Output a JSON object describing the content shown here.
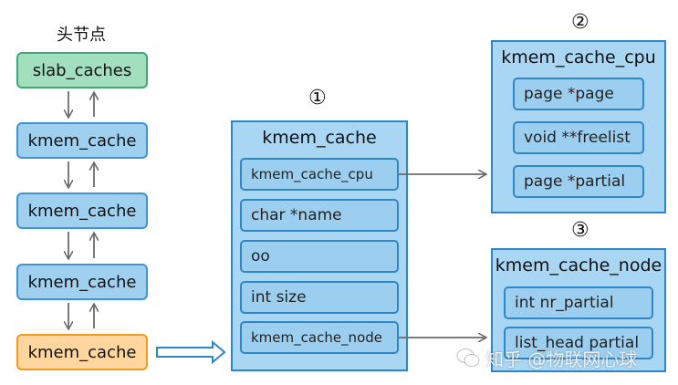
{
  "head_label": "头节点",
  "chain": [
    {
      "label": "slab_caches",
      "style": "green"
    },
    {
      "label": "kmem_cache",
      "style": "blue"
    },
    {
      "label": "kmem_cache",
      "style": "blue"
    },
    {
      "label": "kmem_cache",
      "style": "blue"
    },
    {
      "label": "kmem_cache",
      "style": "orange"
    }
  ],
  "kmem_cache": {
    "marker": "①",
    "title": "kmem_cache",
    "fields": [
      "kmem_cache_cpu",
      "char *name",
      "oo",
      "int size",
      "kmem_cache_node"
    ]
  },
  "kmem_cache_cpu": {
    "marker": "②",
    "title": "kmem_cache_cpu",
    "fields": [
      "page *page",
      "void **freelist",
      "page *partial"
    ]
  },
  "kmem_cache_node": {
    "marker": "③",
    "title": "kmem_cache_node",
    "fields": [
      "int nr_partial",
      "list_head partial"
    ]
  },
  "watermark": {
    "icon": "wechat-icon",
    "text": "知乎 @物联网心球"
  },
  "colors": {
    "blue_fill": "#9fd0ef",
    "blue_border": "#2e86c8",
    "green_fill": "#a2dfbf",
    "orange_fill": "#ffd79e",
    "arrow": "#6b6b6b"
  }
}
